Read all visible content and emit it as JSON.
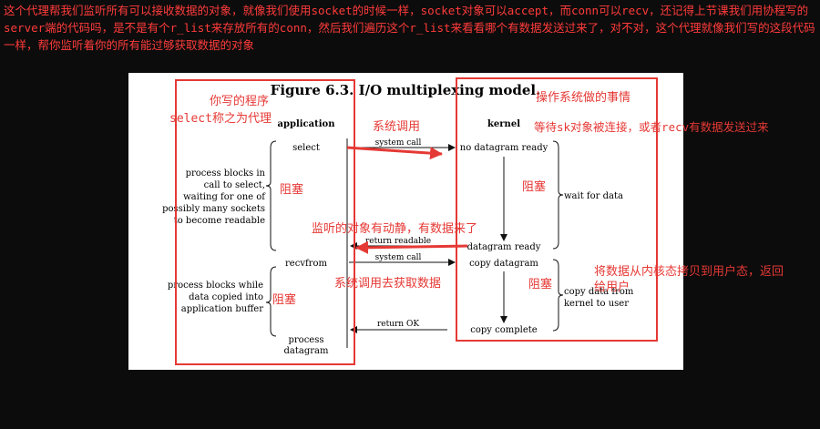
{
  "top_note": "这个代理帮我们监听所有可以接收数据的对象，就像我们使用socket的时候一样，socket对象可以accept，而conn可以recv，还记得上节课我们用协程写的server端的代码吗，是不是有个r_list来存放所有的conn，然后我们遍历这个r_list来看看哪个有数据发送过来了，对不对，这个代理就像我们写的这段代码一样，帮你监听着你的所有能过够获取数据的对象",
  "figure": {
    "title": "Figure 6.3. I/O multiplexing model.",
    "application_header": "application",
    "kernel_header": "kernel",
    "select_label": "select",
    "recvfrom_label": "recvfrom",
    "process_blocks_select": [
      "process blocks in",
      "call to select,",
      "waiting for one of",
      "possibly many sockets",
      "to become readable"
    ],
    "process_blocks_copy": [
      "process blocks while",
      "data copied into",
      "application buffer"
    ],
    "process_datagram": [
      "process",
      "datagram"
    ],
    "arrow_system_call_1": "system call",
    "arrow_return_readable": "return readable",
    "arrow_system_call_2": "system call",
    "arrow_return_ok": "return OK",
    "k_no_datagram": "no datagram ready",
    "k_datagram_ready": "datagram ready",
    "k_copy_datagram": "copy datagram",
    "k_copy_complete": "copy complete",
    "k_wait_for_data": "wait for data",
    "k_copy_data": [
      "copy data from",
      "kernel to user"
    ]
  },
  "annotations": {
    "your_program": "你写的程序",
    "select_proxy": "select称之为代理",
    "syscall": "系统调用",
    "block_1": "阻塞",
    "os_work": "操作系统做的事情",
    "wait_sk": "等待sk对象被连接，或者recv有数据发送过来",
    "block_2": "阻塞",
    "listened_changed": "监听的对象有动静，有数据来了",
    "block_3": "阻塞",
    "syscall_fetch": "系统调用去获取数据",
    "block_4": "阻塞",
    "copy_to_user": [
      "将数据从内核态拷贝到用户态，返回",
      "给用户"
    ]
  },
  "colors": {
    "annotation": "#e53935",
    "background": "#0c0c0c"
  }
}
